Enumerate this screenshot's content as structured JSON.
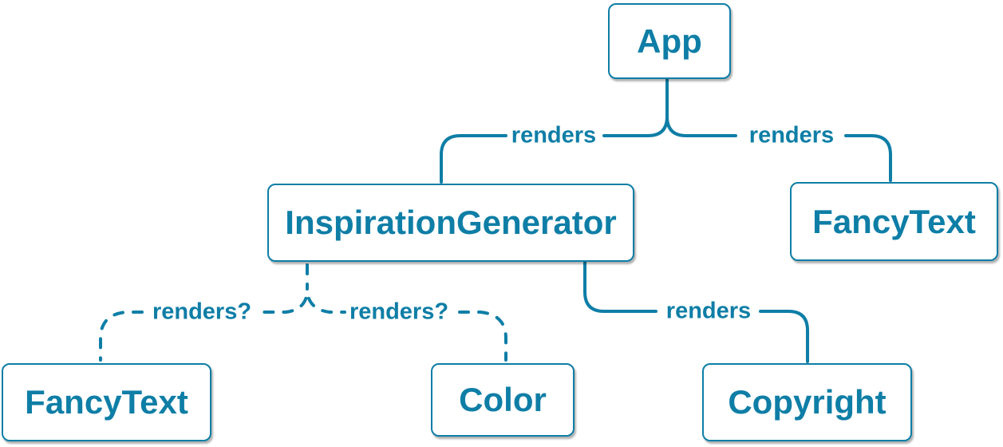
{
  "diagram": {
    "type": "tree",
    "accent_color": "#0e7ea6",
    "nodes": [
      {
        "id": "app",
        "label": "App"
      },
      {
        "id": "inspiration_generator",
        "label": "InspirationGenerator"
      },
      {
        "id": "fancy_text_right",
        "label": "FancyText"
      },
      {
        "id": "fancy_text_left",
        "label": "FancyText"
      },
      {
        "id": "color",
        "label": "Color"
      },
      {
        "id": "copyright",
        "label": "Copyright"
      }
    ],
    "edges": [
      {
        "from": "App",
        "to": "InspirationGenerator",
        "label": "renders",
        "style": "solid"
      },
      {
        "from": "App",
        "to": "FancyText",
        "label": "renders",
        "style": "solid"
      },
      {
        "from": "InspirationGenerator",
        "to": "FancyText",
        "label": "renders?",
        "style": "dashed"
      },
      {
        "from": "InspirationGenerator",
        "to": "Color",
        "label": "renders?",
        "style": "dashed"
      },
      {
        "from": "InspirationGenerator",
        "to": "Copyright",
        "label": "renders",
        "style": "solid"
      }
    ]
  }
}
